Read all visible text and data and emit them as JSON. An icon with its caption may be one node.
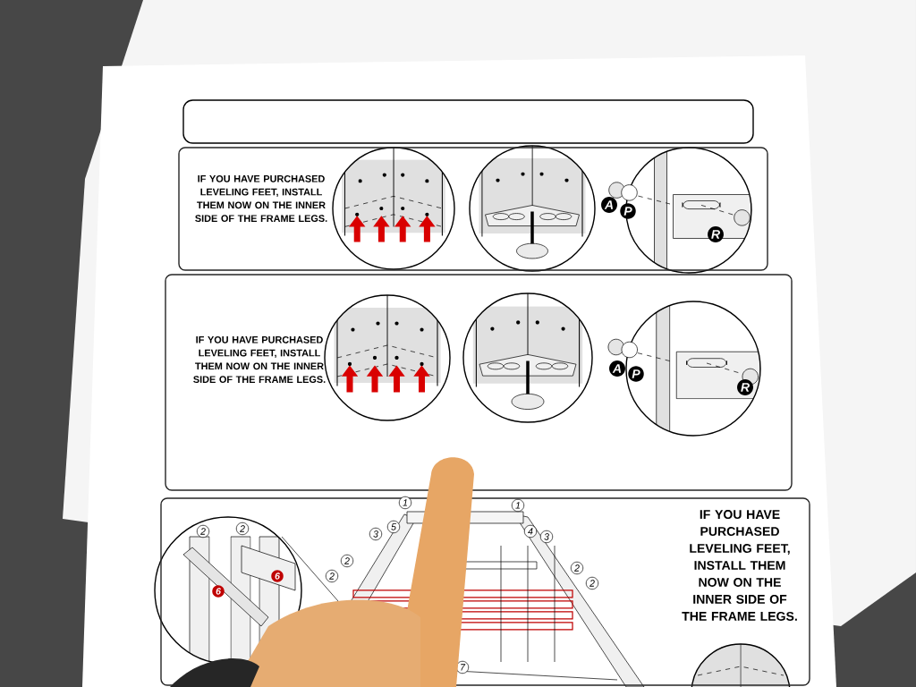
{
  "diagram": {
    "nodes": [
      {
        "text": [
          "IF YOU HAVE PURCHASED LEVELING FEET, INSTALL THEM NOW ON THE INNER SIDE OF THE FRAME LEGS."
        ]
      },
      {
        "text": [
          "IF YOU HAVE PURCHASED LEVELING FEET, INSTALL THEM NOW ON THE INNER SIDE OF THE FRAME LEGS."
        ]
      },
      {
        "text": [
          "IF YOU HAVE PURCHASED LEVELING FEET, INSTALL THEM NOW ON THE INNER SIDE OF THE FRAME LEGS."
        ]
      }
    ],
    "labels": [
      "A",
      "P",
      "R",
      "A",
      "P",
      "R",
      "1",
      "1",
      "5",
      "3",
      "4",
      "3",
      "2",
      "2",
      "2",
      "2",
      "2",
      "2",
      "6",
      "6",
      "7"
    ]
  }
}
